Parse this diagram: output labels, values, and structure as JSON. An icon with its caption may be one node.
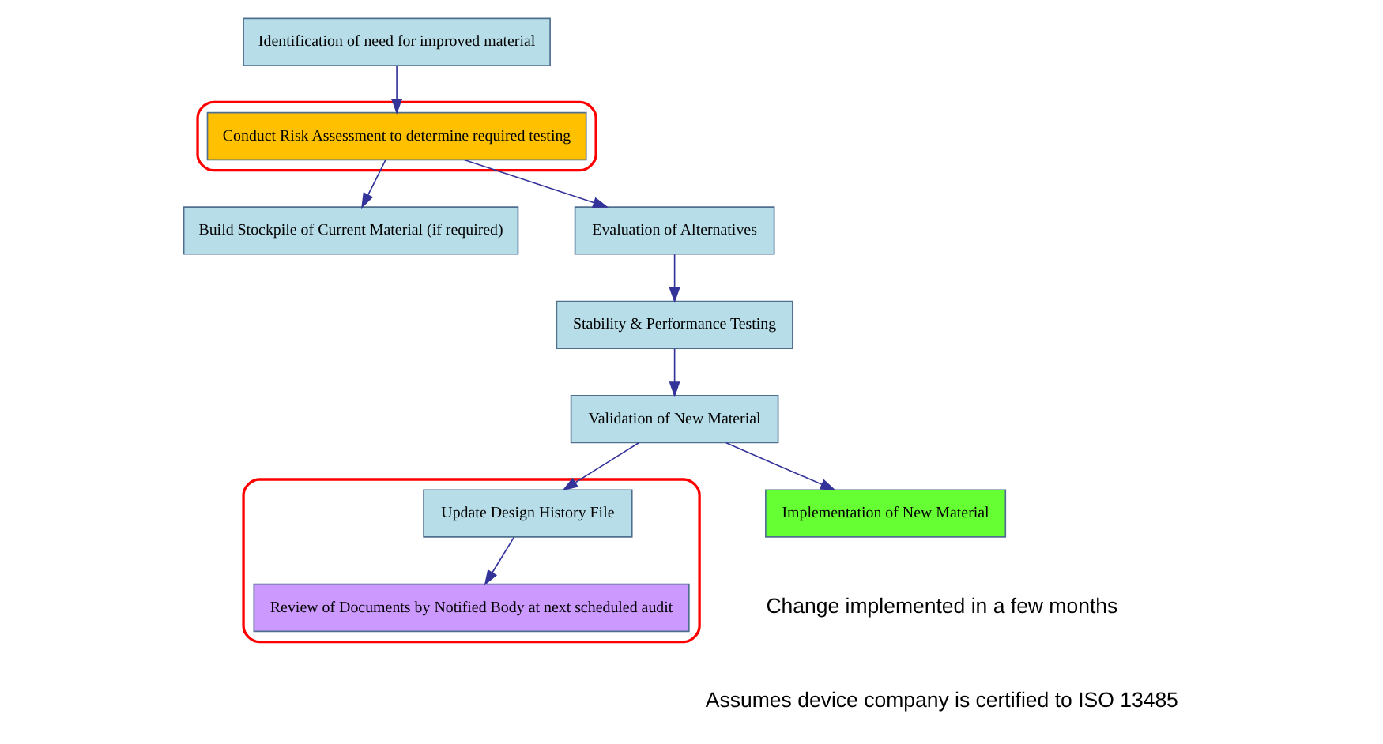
{
  "diagram": {
    "nodes": [
      {
        "text": [
          "Identification of need for improved material"
        ]
      },
      {
        "text": [],
        "shape": "ellipse"
      },
      {
        "text": [
          "Conduct Risk Assessment to determine required testing"
        ],
        "in": 1
      },
      {
        "text": [
          "Build Stockpile of Current Material (if required)"
        ]
      },
      {
        "text": [
          "Evaluation of Alternatives"
        ]
      },
      {
        "text": [
          "Stability & Performance Testing"
        ]
      },
      {
        "text": [
          "Validation of New Material"
        ]
      },
      {
        "text": [],
        "shape": "ellipse"
      },
      {
        "text": [
          "Update Design History File"
        ],
        "in": 7
      },
      {
        "text": [
          "Review of Documents by Notified Body at next scheduled audit"
        ],
        "in": 7
      },
      {
        "text": [
          "Implementation of New Material"
        ]
      }
    ],
    "edges": [
      {
        "from": 0,
        "to": 2,
        "arrow": "to"
      },
      {
        "from": 2,
        "to": 3,
        "arrow": "to"
      },
      {
        "from": 2,
        "to": 4,
        "arrow": "to"
      },
      {
        "from": 4,
        "to": 5,
        "arrow": "to"
      },
      {
        "from": 5,
        "to": 6,
        "arrow": "to"
      },
      {
        "from": 6,
        "to": 8,
        "arrow": "to"
      },
      {
        "from": 8,
        "to": 9,
        "arrow": "to"
      },
      {
        "from": 6,
        "to": 10,
        "arrow": "to"
      }
    ],
    "labels": [
      "Change implemented in a few months",
      "Assumes device company is certified to ISO 13485"
    ]
  }
}
